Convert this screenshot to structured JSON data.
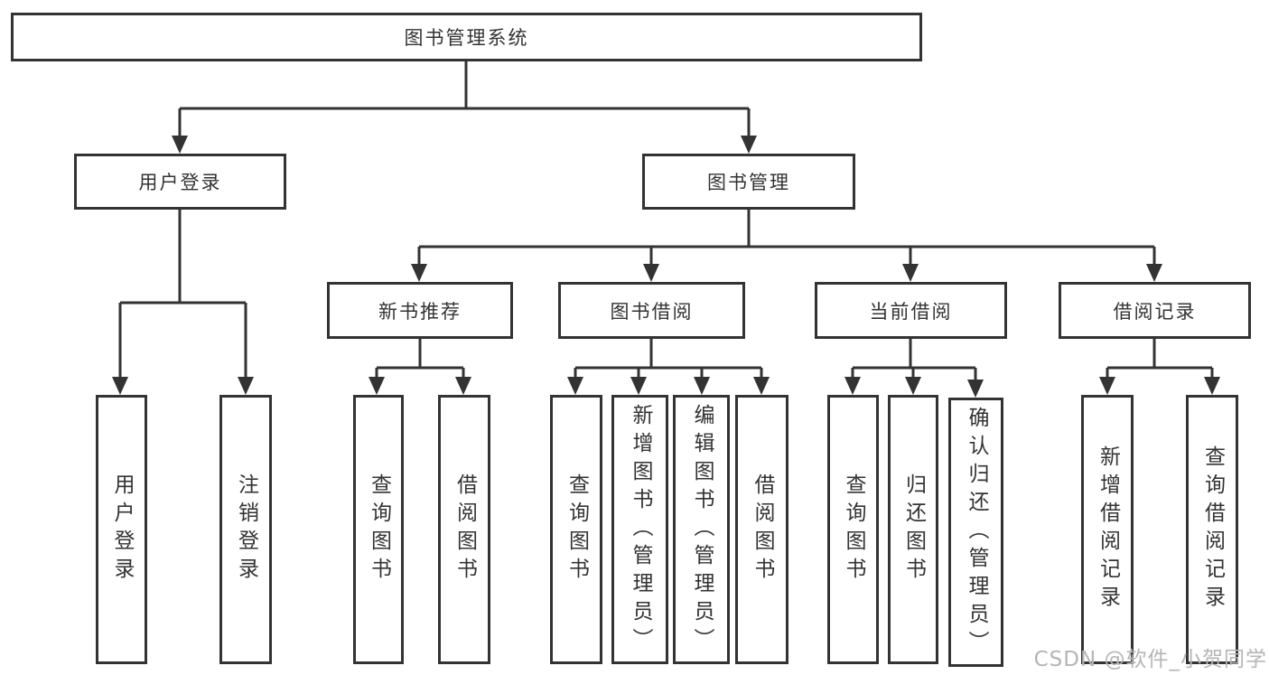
{
  "diagram": {
    "type": "hierarchy-tree",
    "colors": {
      "line": "#333333",
      "text": "#333333",
      "box_background": "#ffffff",
      "page_background": "#ffffff",
      "watermark_text": "#b5b5b5"
    },
    "root": {
      "label": "图书管理系统",
      "children": [
        {
          "label": "用户登录",
          "children": [
            {
              "label": "用户登录"
            },
            {
              "label": "注销登录"
            }
          ]
        },
        {
          "label": "图书管理",
          "children": [
            {
              "label": "新书推荐",
              "children": [
                {
                  "label": "查询图书"
                },
                {
                  "label": "借阅图书"
                }
              ]
            },
            {
              "label": "图书借阅",
              "children": [
                {
                  "label": "查询图书"
                },
                {
                  "label": "新增图书（管理员）"
                },
                {
                  "label": "编辑图书（管理员）"
                },
                {
                  "label": "借阅图书"
                }
              ]
            },
            {
              "label": "当前借阅",
              "children": [
                {
                  "label": "查询图书"
                },
                {
                  "label": "归还图书"
                },
                {
                  "label": "确认归还（管理员）"
                }
              ]
            },
            {
              "label": "借阅记录",
              "children": [
                {
                  "label": "新增借阅记录"
                },
                {
                  "label": "查询借阅记录"
                }
              ]
            }
          ]
        }
      ]
    },
    "watermark": "CSDN @软件_小贺同学"
  }
}
